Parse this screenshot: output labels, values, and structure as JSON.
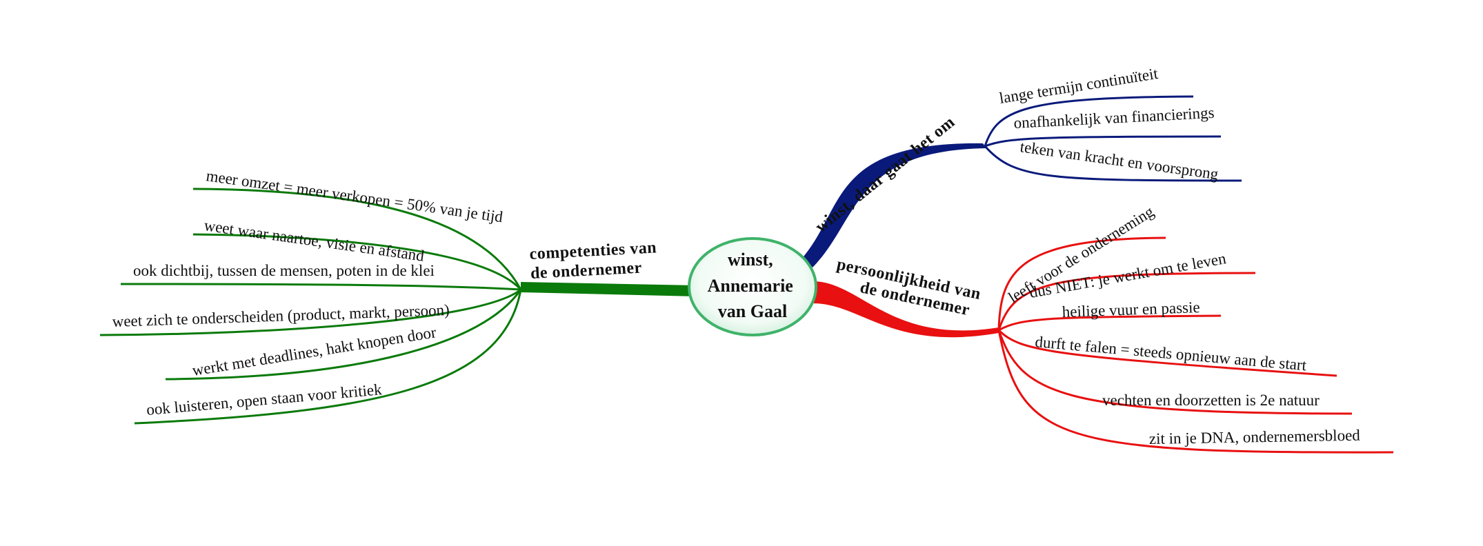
{
  "center": {
    "lines": [
      "winst,",
      "Annemarie",
      "van Gaal"
    ]
  },
  "colors": {
    "green": "#0a7a0a",
    "navy": "#0a1a7a",
    "red": "#e81010",
    "center_fill": "#e9f7ee",
    "center_stroke": "#3fb36a"
  },
  "branches": {
    "competenties": {
      "lines": [
        "competenties van",
        "de ondernemer"
      ],
      "leaves": [
        "meer omzet = meer verkopen = 50% van je tijd",
        "weet waar naartoe, visie en afstand",
        "ook dichtbij, tussen de mensen, poten in de klei",
        "weet zich te onderscheiden (product, markt, persoon)",
        "werkt met deadlines, hakt knopen door",
        "ook luisteren, open staan voor kritiek"
      ]
    },
    "winst": {
      "label": "winst, daar gaat het om",
      "leaves": [
        "lange termijn continuïteit",
        "onafhankelijk van financierings",
        "teken van kracht en voorsprong"
      ]
    },
    "persoonlijkheid": {
      "lines": [
        "persoonlijkheid van",
        "de ondernemer"
      ],
      "leaves": [
        "leeft voor de onderneming",
        "dus NIET: je werkt om te leven",
        "heilige vuur en passie",
        "durft te falen = steeds opnieuw aan de start",
        "vechten en doorzetten is 2e natuur",
        "zit in je DNA, ondernemersbloed"
      ]
    }
  }
}
